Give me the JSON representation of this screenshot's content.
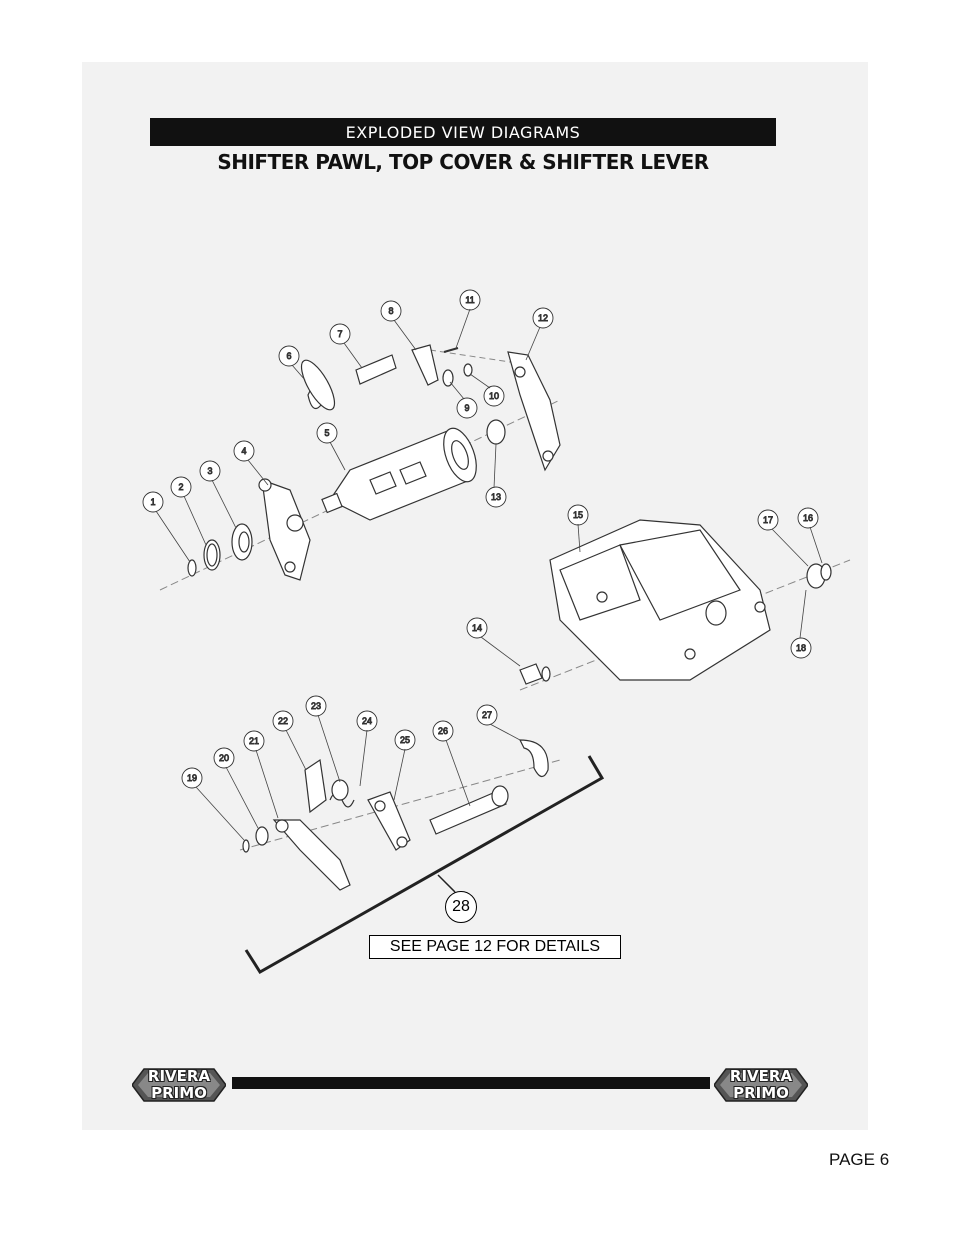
{
  "header": {
    "banner": "EXPLODED VIEW DIAGRAMS",
    "title": "SHIFTER PAWL, TOP COVER & SHIFTER LEVER"
  },
  "parts": [
    "1",
    "2",
    "3",
    "4",
    "5",
    "6",
    "7",
    "8",
    "9",
    "10",
    "11",
    "12",
    "13",
    "14",
    "15",
    "16",
    "17",
    "18",
    "19",
    "20",
    "21",
    "22",
    "23",
    "24",
    "25",
    "26",
    "27"
  ],
  "callout": {
    "number": "28",
    "note": "SEE PAGE 12 FOR DETAILS"
  },
  "footer": {
    "logo_left": {
      "line1": "RIVERA",
      "line2": "PRIMO"
    },
    "logo_right": {
      "line1": "RIVERA",
      "line2": "PRIMO"
    },
    "page": "PAGE 6"
  }
}
